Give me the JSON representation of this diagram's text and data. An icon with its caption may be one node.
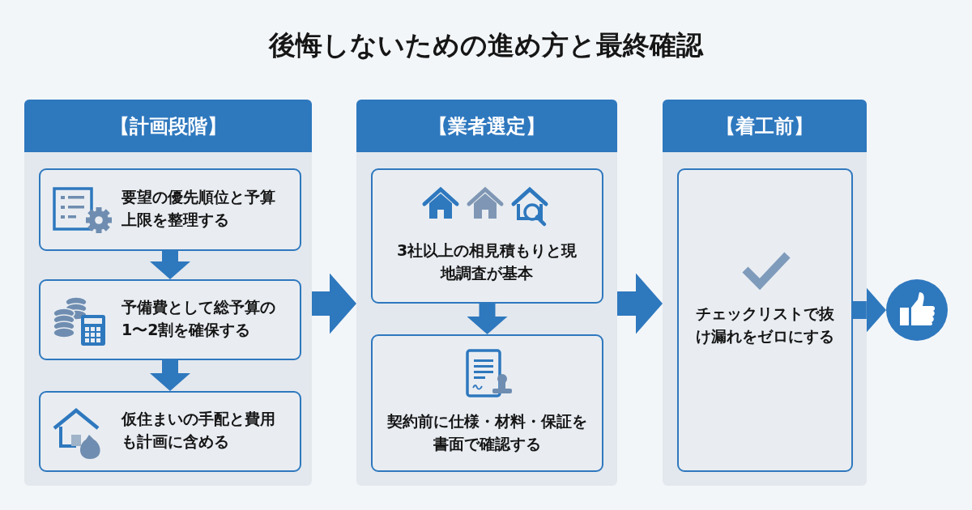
{
  "diagram": {
    "title": "後悔しないための進め方と最終確認",
    "nodes": [
      {
        "text": [
          "【計画段階】"
        ]
      },
      {
        "text": [
          "要望の優先順位と予算上限を整理する"
        ],
        "in": 0
      },
      {
        "text": [
          "予備費として総予算の1〜2割を確保する"
        ],
        "in": 0
      },
      {
        "text": [
          "仮住まいの手配と費用も計画に含める"
        ],
        "in": 0
      },
      {
        "text": [
          "【業者選定】"
        ]
      },
      {
        "text": [
          "3社以上の相見積もりと現地調査が基本"
        ],
        "in": 4
      },
      {
        "text": [
          "契約前に仕様・材料・保証を書面で確認する"
        ],
        "in": 4
      },
      {
        "text": [
          "【着工前】"
        ]
      },
      {
        "text": [
          "チェックリストで抜け漏れをゼロにする"
        ],
        "in": 7
      },
      {
        "text": [],
        "shape": "circle"
      }
    ],
    "edges": [
      {
        "from": 1,
        "to": 2,
        "arrow": "to"
      },
      {
        "from": 2,
        "to": 3,
        "arrow": "to"
      },
      {
        "from": 5,
        "to": 6,
        "arrow": "to"
      },
      {
        "from": 0,
        "to": 4,
        "arrow": "to"
      },
      {
        "from": 4,
        "to": 7,
        "arrow": "to"
      },
      {
        "from": 8,
        "to": 9,
        "arrow": "to"
      }
    ]
  }
}
